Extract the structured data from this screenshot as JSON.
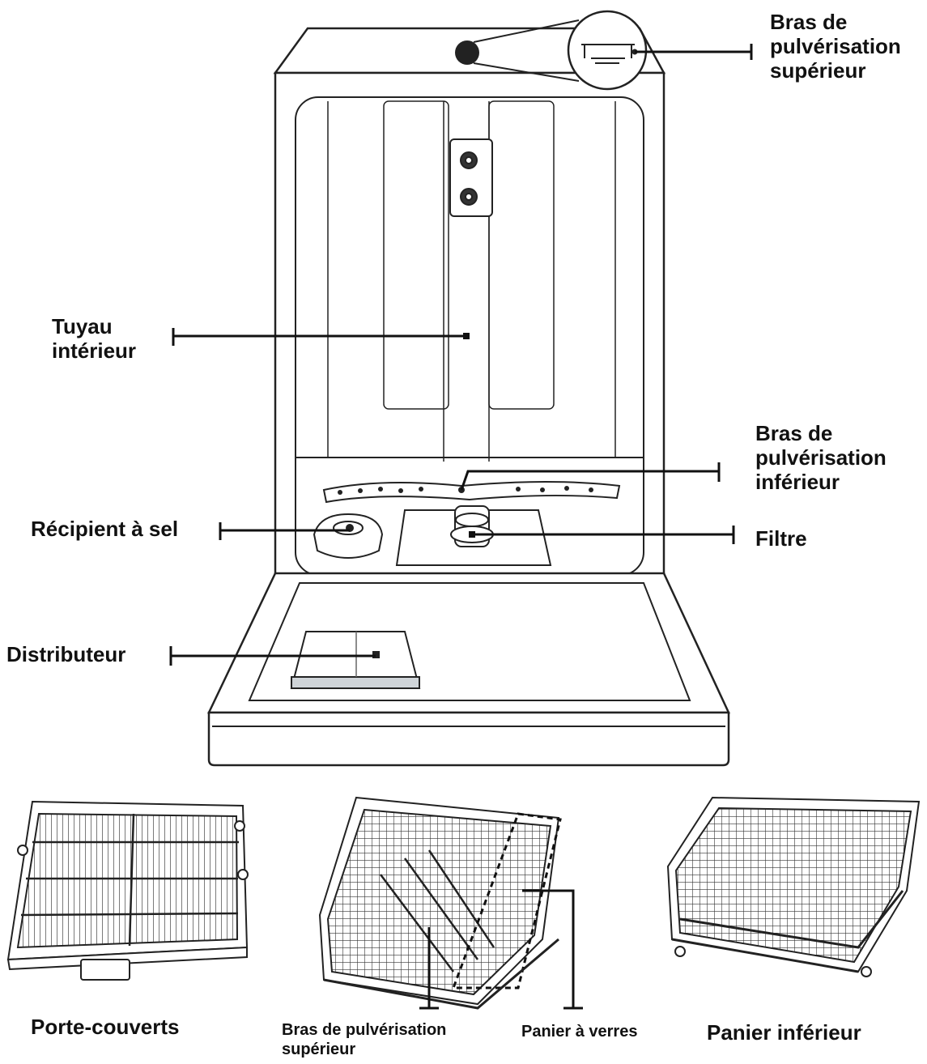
{
  "labels": {
    "upper_spray_arm": [
      "Bras de",
      "pulvérisation",
      "supérieur"
    ],
    "inner_pipe": [
      "Tuyau",
      "intérieur"
    ],
    "lower_spray_arm": [
      "Bras de",
      "pulvérisation",
      "inférieur"
    ],
    "salt_container": "Récipient à sel",
    "filter": "Filtre",
    "dispenser": "Distributeur",
    "cutlery_tray": "Porte-couverts",
    "upper_basket_spray_arm": [
      "Bras de pulvérisation",
      "supérieur"
    ],
    "glass_rack": "Panier à verres",
    "lower_basket": "Panier inférieur"
  }
}
